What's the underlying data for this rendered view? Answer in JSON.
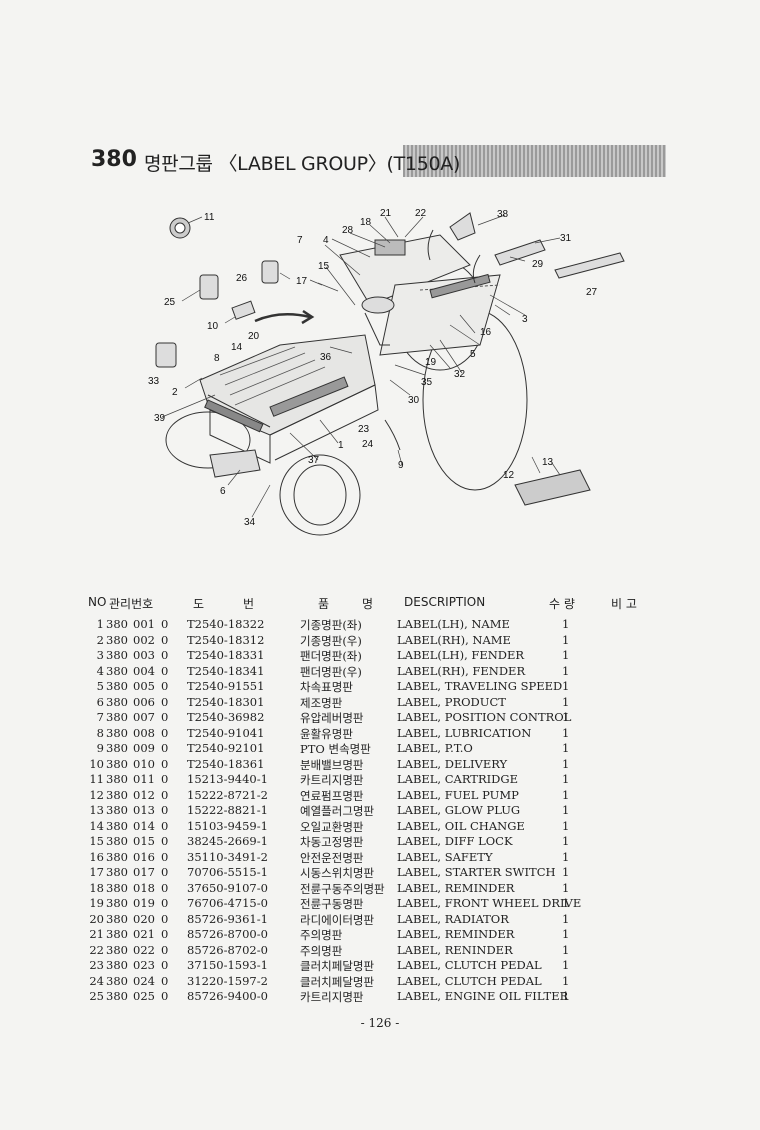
{
  "header": {
    "number": "380",
    "title": "명판그룹 〈LABEL GROUP〉(T150A)"
  },
  "diagram": {
    "callouts": [
      "1",
      "2",
      "3",
      "4",
      "5",
      "6",
      "7",
      "8",
      "9",
      "10",
      "11",
      "12",
      "13",
      "14",
      "15",
      "16",
      "17",
      "18",
      "19",
      "20",
      "21",
      "22",
      "23",
      "24",
      "25",
      "26",
      "27",
      "28",
      "29",
      "30",
      "31",
      "32",
      "33",
      "34",
      "35",
      "36",
      "37",
      "38",
      "39"
    ]
  },
  "table": {
    "headers": {
      "no": "NO",
      "mgmt": "관리번호",
      "dwg1": "도",
      "dwg2": "번",
      "name1": "품",
      "name2": "명",
      "desc": "DESCRIPTION",
      "qty": "수 량",
      "remark": "비 고"
    },
    "rows": [
      {
        "no": "1",
        "grp": "380",
        "seq": "001",
        "chk": "0",
        "part": "T2540-18322",
        "kor": "기종명판(좌)",
        "desc": "LABEL(LH), NAME",
        "qty": "1"
      },
      {
        "no": "2",
        "grp": "380",
        "seq": "002",
        "chk": "0",
        "part": "T2540-18312",
        "kor": "기종명판(우)",
        "desc": "LABEL(RH), NAME",
        "qty": "1"
      },
      {
        "no": "3",
        "grp": "380",
        "seq": "003",
        "chk": "0",
        "part": "T2540-18331",
        "kor": "팬더명판(좌)",
        "desc": "LABEL(LH), FENDER",
        "qty": "1"
      },
      {
        "no": "4",
        "grp": "380",
        "seq": "004",
        "chk": "0",
        "part": "T2540-18341",
        "kor": "팬더명판(우)",
        "desc": "LABEL(RH), FENDER",
        "qty": "1"
      },
      {
        "no": "5",
        "grp": "380",
        "seq": "005",
        "chk": "0",
        "part": "T2540-91551",
        "kor": "차속표명판",
        "desc": "LABEL, TRAVELING SPEED",
        "qty": "1"
      },
      {
        "no": "6",
        "grp": "380",
        "seq": "006",
        "chk": "0",
        "part": "T2540-18301",
        "kor": "제조명판",
        "desc": "LABEL, PRODUCT",
        "qty": "1"
      },
      {
        "no": "7",
        "grp": "380",
        "seq": "007",
        "chk": "0",
        "part": "T2540-36982",
        "kor": "유압레버명판",
        "desc": "LABEL, POSITION CONTROL",
        "qty": "1"
      },
      {
        "no": "8",
        "grp": "380",
        "seq": "008",
        "chk": "0",
        "part": "T2540-91041",
        "kor": "윤활유명판",
        "desc": "LABEL, LUBRICATION",
        "qty": "1"
      },
      {
        "no": "9",
        "grp": "380",
        "seq": "009",
        "chk": "0",
        "part": "T2540-92101",
        "kor": "PTO 변속명판",
        "desc": "LABEL, P.T.O",
        "qty": "1"
      },
      {
        "no": "10",
        "grp": "380",
        "seq": "010",
        "chk": "0",
        "part": "T2540-18361",
        "kor": "분배밸브명판",
        "desc": "LABEL, DELIVERY",
        "qty": "1"
      },
      {
        "no": "11",
        "grp": "380",
        "seq": "011",
        "chk": "0",
        "part": "15213-9440-1",
        "kor": "카트리지명판",
        "desc": "LABEL, CARTRIDGE",
        "qty": "1"
      },
      {
        "no": "12",
        "grp": "380",
        "seq": "012",
        "chk": "0",
        "part": "15222-8721-2",
        "kor": "연료펌프명판",
        "desc": "LABEL, FUEL PUMP",
        "qty": "1"
      },
      {
        "no": "13",
        "grp": "380",
        "seq": "013",
        "chk": "0",
        "part": "15222-8821-1",
        "kor": "예열플러그명판",
        "desc": "LABEL, GLOW PLUG",
        "qty": "1"
      },
      {
        "no": "14",
        "grp": "380",
        "seq": "014",
        "chk": "0",
        "part": "15103-9459-1",
        "kor": "오일교환명판",
        "desc": "LABEL, OIL CHANGE",
        "qty": "1"
      },
      {
        "no": "15",
        "grp": "380",
        "seq": "015",
        "chk": "0",
        "part": "38245-2669-1",
        "kor": "차동고정명판",
        "desc": "LABEL, DIFF LOCK",
        "qty": "1"
      },
      {
        "no": "16",
        "grp": "380",
        "seq": "016",
        "chk": "0",
        "part": "35110-3491-2",
        "kor": "안전운전명판",
        "desc": "LABEL, SAFETY",
        "qty": "1"
      },
      {
        "no": "17",
        "grp": "380",
        "seq": "017",
        "chk": "0",
        "part": "70706-5515-1",
        "kor": "시동스위치명판",
        "desc": "LABEL, STARTER SWITCH",
        "qty": "1"
      },
      {
        "no": "18",
        "grp": "380",
        "seq": "018",
        "chk": "0",
        "part": "37650-9107-0",
        "kor": "전륜구동주의명판",
        "desc": "LABEL, REMINDER",
        "qty": "1"
      },
      {
        "no": "19",
        "grp": "380",
        "seq": "019",
        "chk": "0",
        "part": "76706-4715-0",
        "kor": "전륜구동명판",
        "desc": "LABEL, FRONT WHEEL DRIVE",
        "qty": "1"
      },
      {
        "no": "20",
        "grp": "380",
        "seq": "020",
        "chk": "0",
        "part": "85726-9361-1",
        "kor": "라디에이터명판",
        "desc": "LABEL, RADIATOR",
        "qty": "1"
      },
      {
        "no": "21",
        "grp": "380",
        "seq": "021",
        "chk": "0",
        "part": "85726-8700-0",
        "kor": "주의명판",
        "desc": "LABEL, REMINDER",
        "qty": "1"
      },
      {
        "no": "22",
        "grp": "380",
        "seq": "022",
        "chk": "0",
        "part": "85726-8702-0",
        "kor": "주의명판",
        "desc": "LABEL, RENINDER",
        "qty": "1"
      },
      {
        "no": "23",
        "grp": "380",
        "seq": "023",
        "chk": "0",
        "part": "37150-1593-1",
        "kor": "클러치페달명판",
        "desc": "LABEL, CLUTCH PEDAL",
        "qty": "1"
      },
      {
        "no": "24",
        "grp": "380",
        "seq": "024",
        "chk": "0",
        "part": "31220-1597-2",
        "kor": "클러치페달명판",
        "desc": "LABEL, CLUTCH PEDAL",
        "qty": "1"
      },
      {
        "no": "25",
        "grp": "380",
        "seq": "025",
        "chk": "0",
        "part": "85726-9400-0",
        "kor": "카트리지명판",
        "desc": "LABEL, ENGINE OIL FILTER",
        "qty": "1"
      }
    ]
  },
  "footer": {
    "page": "- 126 -"
  }
}
